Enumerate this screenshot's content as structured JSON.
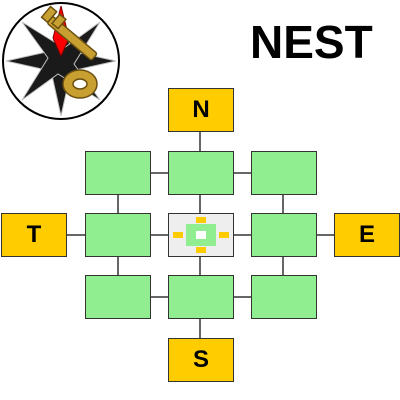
{
  "title": "NEST",
  "doors": {
    "north": "N",
    "south": "S",
    "east": "E",
    "west": "T"
  },
  "grid": {
    "rows": 3,
    "cols": 3,
    "current_room": "center"
  },
  "colors": {
    "room": "#90ee90",
    "current_room": "#eeeeee",
    "door": "#ffcc00",
    "connector": "#333333",
    "marker_gold": "#ffcc00",
    "marker_green": "#90ee90",
    "logo_star": "#ff0000",
    "logo_key": "#c8a032"
  },
  "icons": {
    "logo": "compass-key-icon",
    "current_room_marker": "current-room-marker-icon"
  }
}
